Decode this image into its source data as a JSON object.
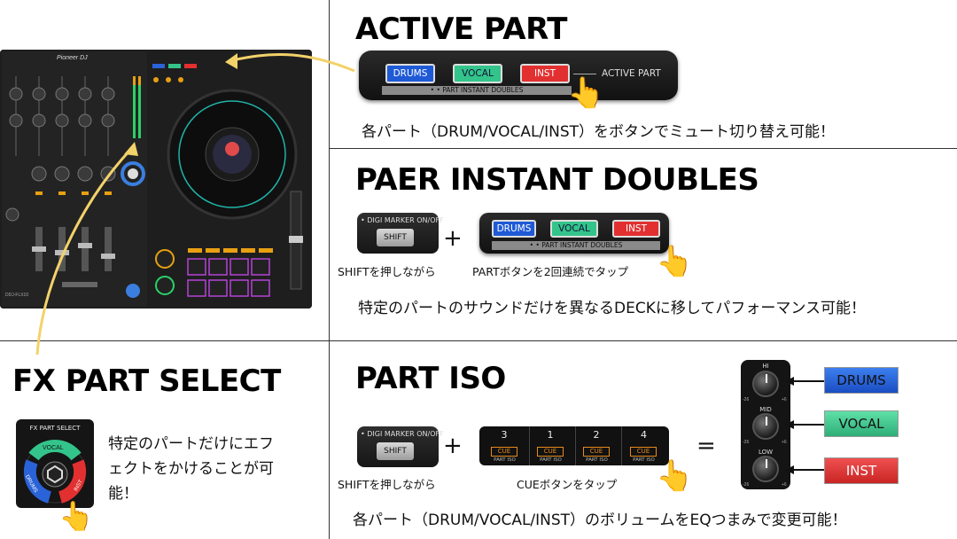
{
  "sections": {
    "active_part": {
      "title": "ACTIVE PART",
      "buttons": [
        "DRUMS",
        "VOCAL",
        "INST"
      ],
      "strip_label": "ACTIVE PART",
      "sub_label": "• • PART INSTANT DOUBLES",
      "description": "各パート（DRUM/VOCAL/INST）をボタンでミュート切り替え可能！"
    },
    "part_instant_doubles": {
      "title": "PAER INSTANT DOUBLES",
      "shift_header": "• DIGI MARKER ON/OFF",
      "shift_key": "SHIFT",
      "shift_caption": "SHIFTを押しながら",
      "plus": "+",
      "buttons": [
        "DRUMS",
        "VOCAL",
        "INST"
      ],
      "sub_label": "• • PART INSTANT DOUBLES",
      "part_caption": "PARTボタンを2回連続でタップ",
      "description": "特定のパートのサウンドだけを異なるDECKに移してパフォーマンス可能！"
    },
    "fx_part_select": {
      "title": "FX PART SELECT",
      "panel_title": "FX PART SELECT",
      "ring": [
        "VOCAL",
        "DRUMS",
        "INST"
      ],
      "description_line1": "特定のパートだけにエフ",
      "description_line2": "ェクトをかけることが可",
      "description_line3": "能！"
    },
    "part_iso": {
      "title": "PART ISO",
      "shift_header": "• DIGI MARKER ON/OFF",
      "shift_key": "SHIFT",
      "shift_caption": "SHIFTを押しながら",
      "plus": "+",
      "equal": "=",
      "cue_numbers": [
        "3",
        "1",
        "2",
        "4"
      ],
      "cue_label": "CUE",
      "part_iso_label": "PART ISO",
      "cue_caption": "CUEボタンをタップ",
      "eq_labels": [
        "HI",
        "MID",
        "LOW"
      ],
      "eq_scale_left": "-26",
      "eq_scale_right": "+6",
      "parts": [
        "DRUMS",
        "VOCAL",
        "INST"
      ],
      "description": "各パート（DRUM/VOCAL/INST）のボリュームをEQつまみで変更可能！"
    }
  },
  "controller": {
    "brand": "Pioneer DJ",
    "model": "DDJ-FLX10"
  }
}
